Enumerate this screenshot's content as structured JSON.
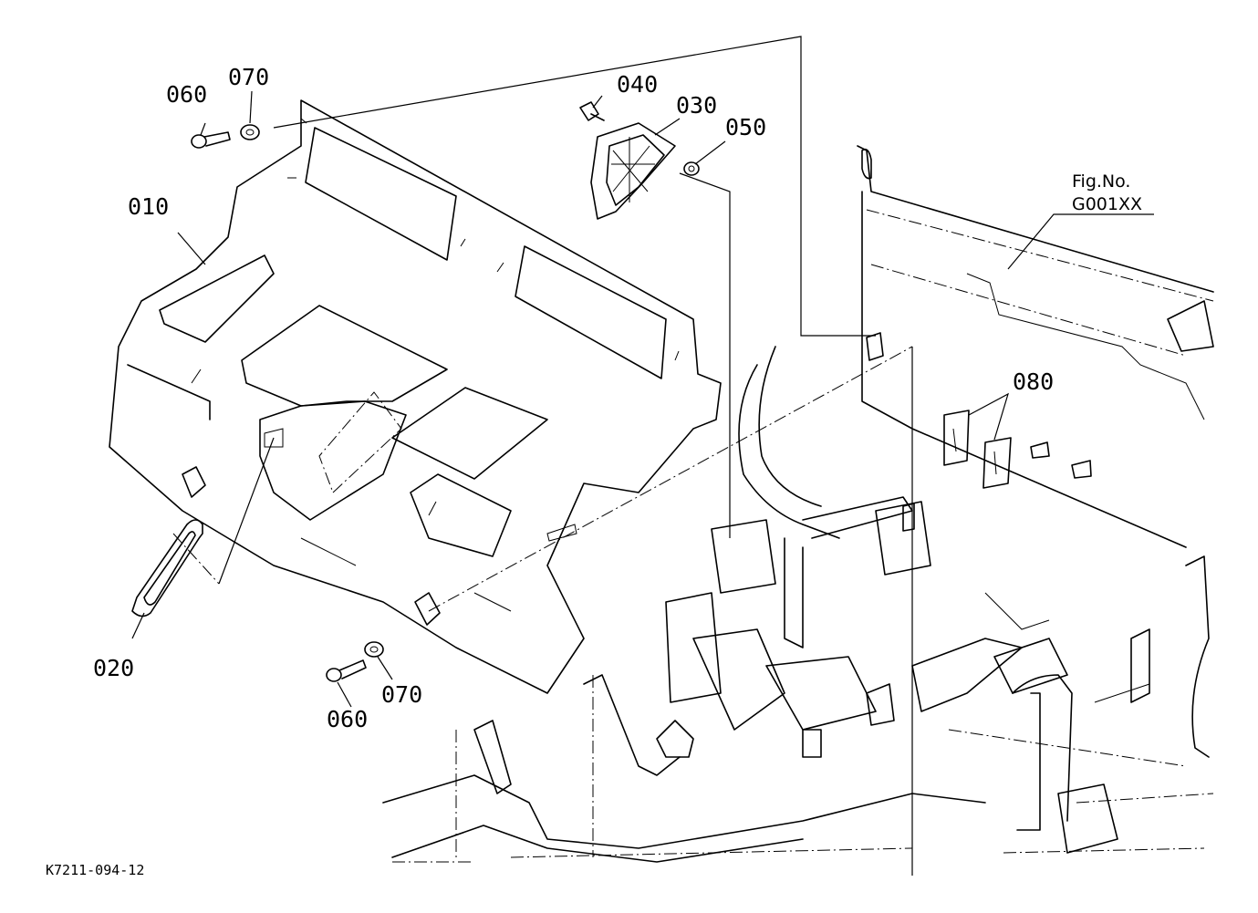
{
  "callouts": {
    "c010": "010",
    "c020": "020",
    "c030": "030",
    "c040": "040",
    "c050": "050",
    "c060_top": "060",
    "c070_top": "070",
    "c060_bottom": "060",
    "c070_bottom": "070",
    "c080": "080"
  },
  "figure_ref": {
    "line1": "Fig.No.",
    "line2": "G001XX"
  },
  "document_code": "K7211-094-12"
}
